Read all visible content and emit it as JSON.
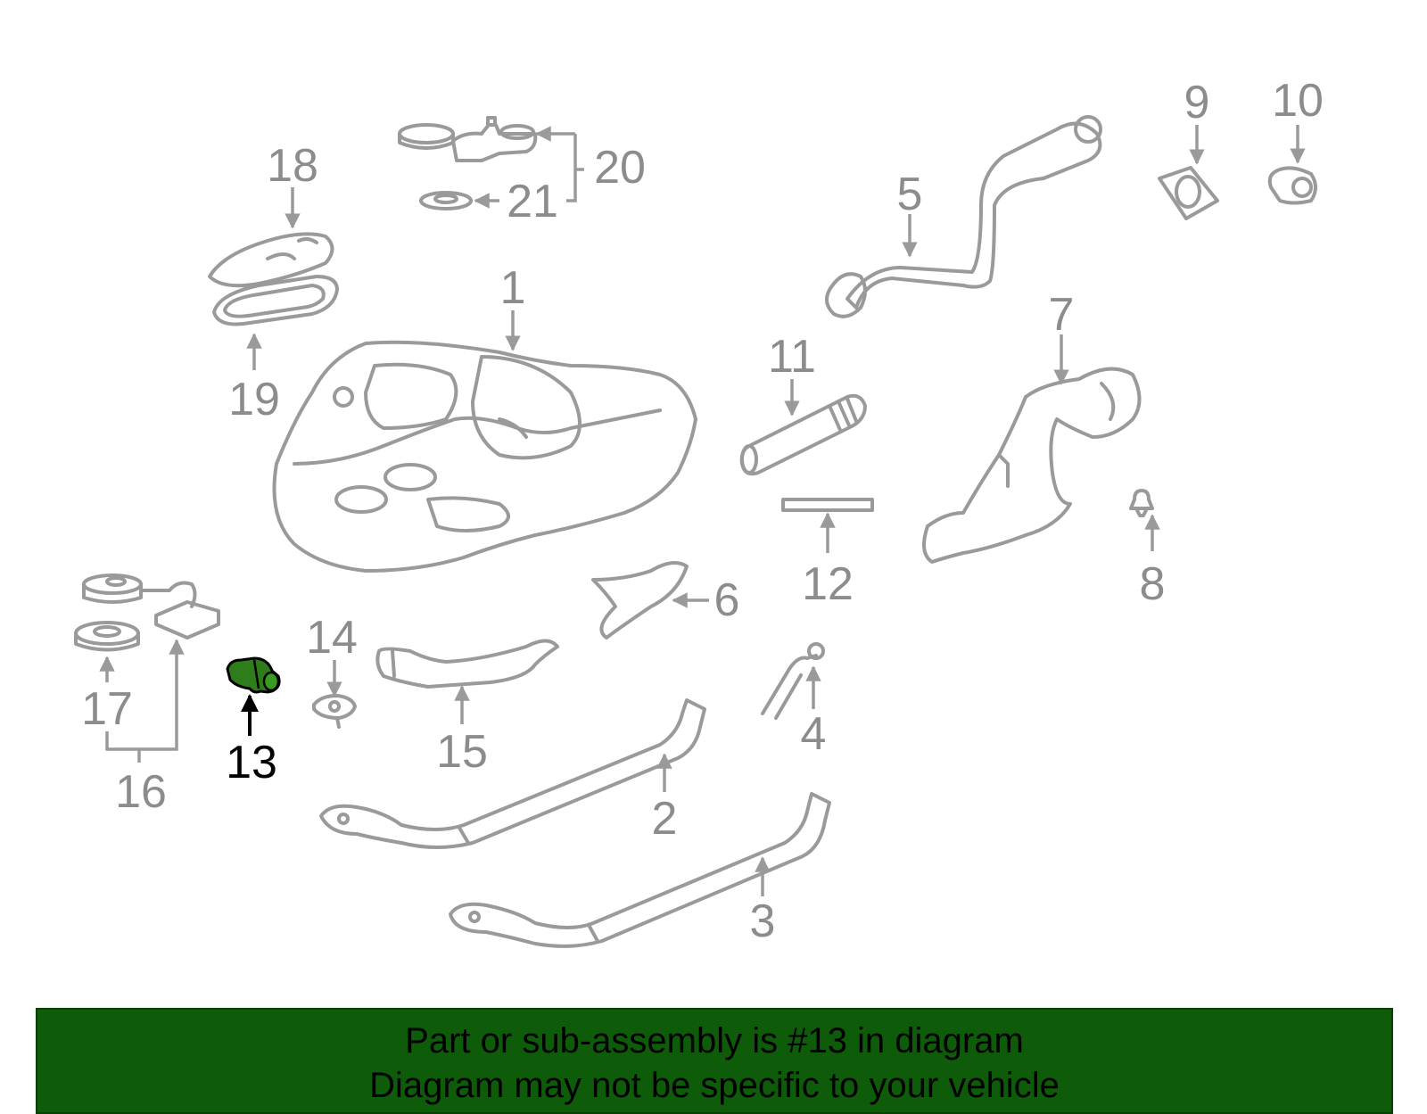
{
  "banner": {
    "line1": "Part or sub-assembly is #13 in diagram",
    "line2": "Diagram may not be specific to your vehicle"
  },
  "highlight": {
    "part_number": "13",
    "color": "#2e7d1a",
    "banner_color": "#0e5c0a"
  },
  "callouts": [
    "1",
    "2",
    "3",
    "4",
    "5",
    "6",
    "7",
    "8",
    "9",
    "10",
    "11",
    "12",
    "13",
    "14",
    "15",
    "16",
    "17",
    "18",
    "19",
    "20",
    "21"
  ]
}
